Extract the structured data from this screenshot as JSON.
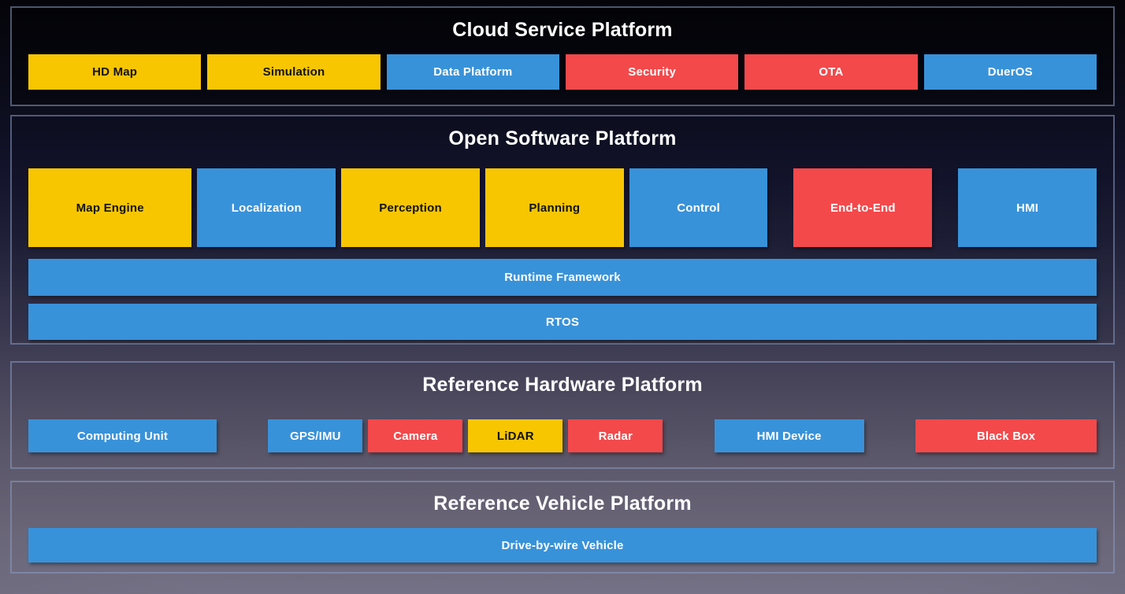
{
  "palette": {
    "yellow": "#F7C600",
    "blue": "#3892D9",
    "red": "#F3494B",
    "section_border": "rgba(138,156,196,0.55)",
    "title_text": "#FFFFFF"
  },
  "sections": {
    "cloud": {
      "title": "Cloud Service Platform",
      "boxes": [
        {
          "label": "HD Map",
          "bg": "#F7C600",
          "fg": "#121212"
        },
        {
          "label": "Simulation",
          "bg": "#F7C600",
          "fg": "#121212"
        },
        {
          "label": "Data Platform",
          "bg": "#3892D9",
          "fg": "#FFFFFF"
        },
        {
          "label": "Security",
          "bg": "#F3494B",
          "fg": "#FFFFFF"
        },
        {
          "label": "OTA",
          "bg": "#F3494B",
          "fg": "#FFFFFF"
        },
        {
          "label": "DuerOS",
          "bg": "#3892D9",
          "fg": "#FFFFFF"
        }
      ]
    },
    "software": {
      "title": "Open Software Platform",
      "modules": [
        {
          "label": "Map Engine",
          "bg": "#F7C600",
          "fg": "#121212"
        },
        {
          "label": "Localization",
          "bg": "#3892D9",
          "fg": "#FFFFFF"
        },
        {
          "label": "Perception",
          "bg": "#F7C600",
          "fg": "#121212"
        },
        {
          "label": "Planning",
          "bg": "#F7C600",
          "fg": "#121212"
        },
        {
          "label": "Control",
          "bg": "#3892D9",
          "fg": "#FFFFFF"
        },
        {
          "label": "End-to-End",
          "bg": "#F3494B",
          "fg": "#FFFFFF"
        },
        {
          "label": "HMI",
          "bg": "#3892D9",
          "fg": "#FFFFFF"
        }
      ],
      "bars": [
        {
          "label": "Runtime Framework",
          "bg": "#3892D9",
          "fg": "#FFFFFF"
        },
        {
          "label": "RTOS",
          "bg": "#3892D9",
          "fg": "#FFFFFF"
        }
      ]
    },
    "hardware": {
      "title": "Reference Hardware Platform",
      "boxes": [
        {
          "label": "Computing Unit",
          "bg": "#3892D9",
          "fg": "#FFFFFF"
        },
        {
          "label": "GPS/IMU",
          "bg": "#3892D9",
          "fg": "#FFFFFF"
        },
        {
          "label": "Camera",
          "bg": "#F3494B",
          "fg": "#FFFFFF"
        },
        {
          "label": "LiDAR",
          "bg": "#F7C600",
          "fg": "#121212"
        },
        {
          "label": "Radar",
          "bg": "#F3494B",
          "fg": "#FFFFFF"
        },
        {
          "label": "HMI Device",
          "bg": "#3892D9",
          "fg": "#FFFFFF"
        },
        {
          "label": "Black Box",
          "bg": "#F3494B",
          "fg": "#FFFFFF"
        }
      ]
    },
    "vehicle": {
      "title": "Reference Vehicle Platform",
      "bar": {
        "label": "Drive-by-wire Vehicle",
        "bg": "#3892D9",
        "fg": "#FFFFFF"
      }
    }
  }
}
